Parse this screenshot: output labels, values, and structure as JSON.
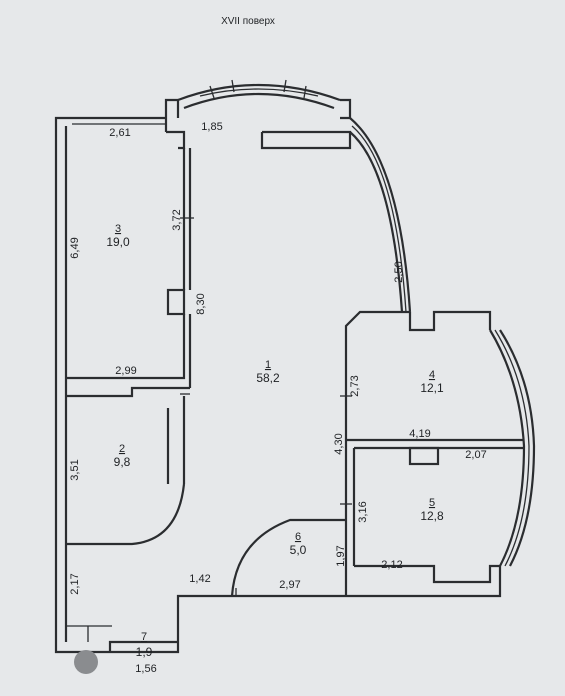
{
  "title": "XVII поверх",
  "rooms": [
    {
      "number": "1",
      "area": "58,2"
    },
    {
      "number": "2",
      "area": "9,8"
    },
    {
      "number": "3",
      "area": "19,0"
    },
    {
      "number": "4",
      "area": "12,1"
    },
    {
      "number": "5",
      "area": "12,8"
    },
    {
      "number": "6",
      "area": "5,0"
    },
    {
      "number": "7",
      "area": "1,9"
    }
  ],
  "dimensions": {
    "d_2_61": "2,61",
    "d_1_85": "1,85",
    "d_3_72": "3,72",
    "d_6_49": "6,49",
    "d_8_30": "8,30",
    "d_2_50": "2,50",
    "d_2_99": "2,99",
    "d_2_73": "2,73",
    "d_4_30": "4,30",
    "d_4_19": "4,19",
    "d_2_07": "2,07",
    "d_3_51": "3,51",
    "d_3_16": "3,16",
    "d_1_97": "1,97",
    "d_2_12": "2,12",
    "d_2_17": "2,17",
    "d_1_42": "1,42",
    "d_2_97": "2,97",
    "d_1_56": "1,56"
  }
}
